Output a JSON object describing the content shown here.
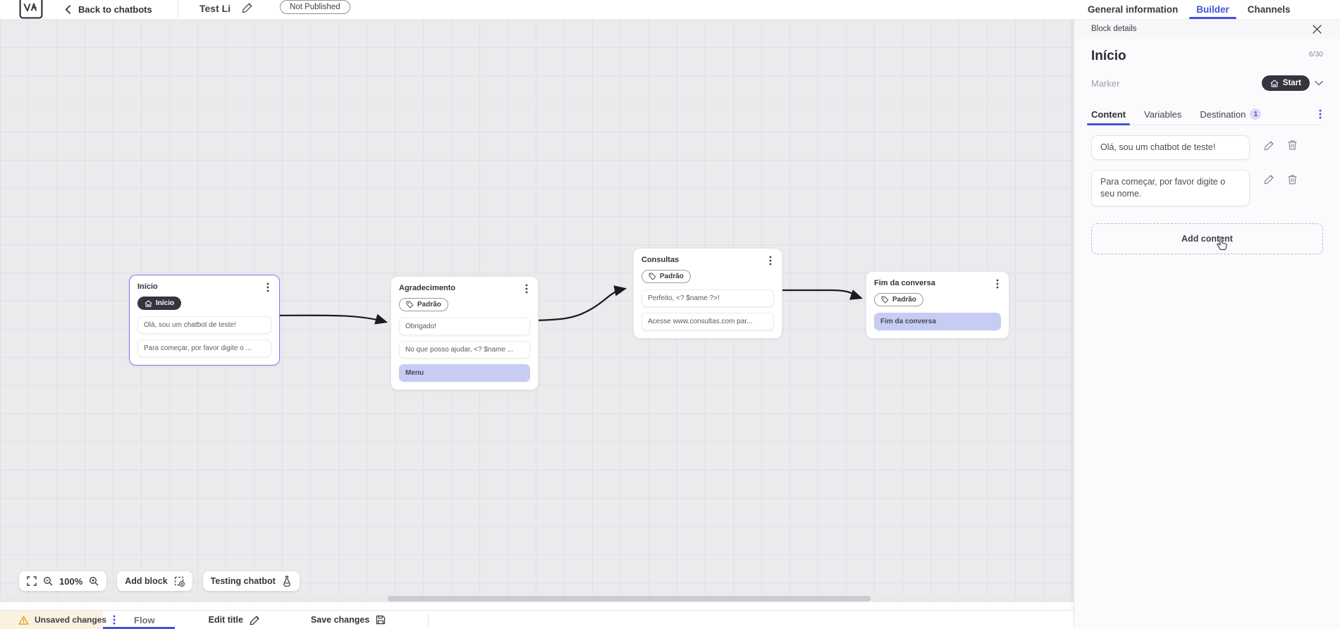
{
  "app": {
    "back_label": "Back to chatbots",
    "title": "Test Li",
    "status": "Not Published",
    "tabs": {
      "general": "General information",
      "builder": "Builder",
      "channels": "Channels"
    }
  },
  "panel": {
    "header": "Block details",
    "block_name": "Início",
    "counter": "6/30",
    "marker_label": "Marker",
    "marker_value": "Start",
    "tabs": {
      "content": "Content",
      "variables": "Variables",
      "destination": "Destination",
      "destination_badge": "1"
    },
    "messages": [
      {
        "text": "Olá, sou um chatbot de teste!"
      },
      {
        "text": "Para começar, por favor digite o seu nome."
      }
    ],
    "add_content": "Add content"
  },
  "canvas": {
    "blocks": [
      {
        "title": "Início",
        "badge": "Início",
        "cards": [
          "Olá, sou um chatbot de teste!",
          "Para começar, por favor digite o ..."
        ]
      },
      {
        "title": "Agradecimento",
        "badge": "Padrão",
        "cards": [
          "Obrigado!",
          "No que posso ajudar, <? $name ...",
          "Menu"
        ]
      },
      {
        "title": "Consultas",
        "badge": "Padrão",
        "cards": [
          "Perfeito, <? $name ?>!",
          "Acesse www.consultas.com par..."
        ]
      },
      {
        "title": "Fim da conversa",
        "badge": "Padrão",
        "cards": [
          "Fim da conversa"
        ]
      }
    ],
    "controls": {
      "zoom_level": "100%",
      "add_block": "Add block",
      "testing": "Testing chatbot"
    }
  },
  "footer": {
    "unsaved": "Unsaved changes",
    "flow": "Flow",
    "edit_title": "Edit title",
    "save": "Save changes"
  },
  "colors": {
    "accent": "#4353d9",
    "selection_border": "#7d7df2",
    "highlight_card": "#c7ccf4",
    "dark_pill": "#35343f",
    "warning": "#d9a21b",
    "canvas_bg": "#ebebee"
  }
}
